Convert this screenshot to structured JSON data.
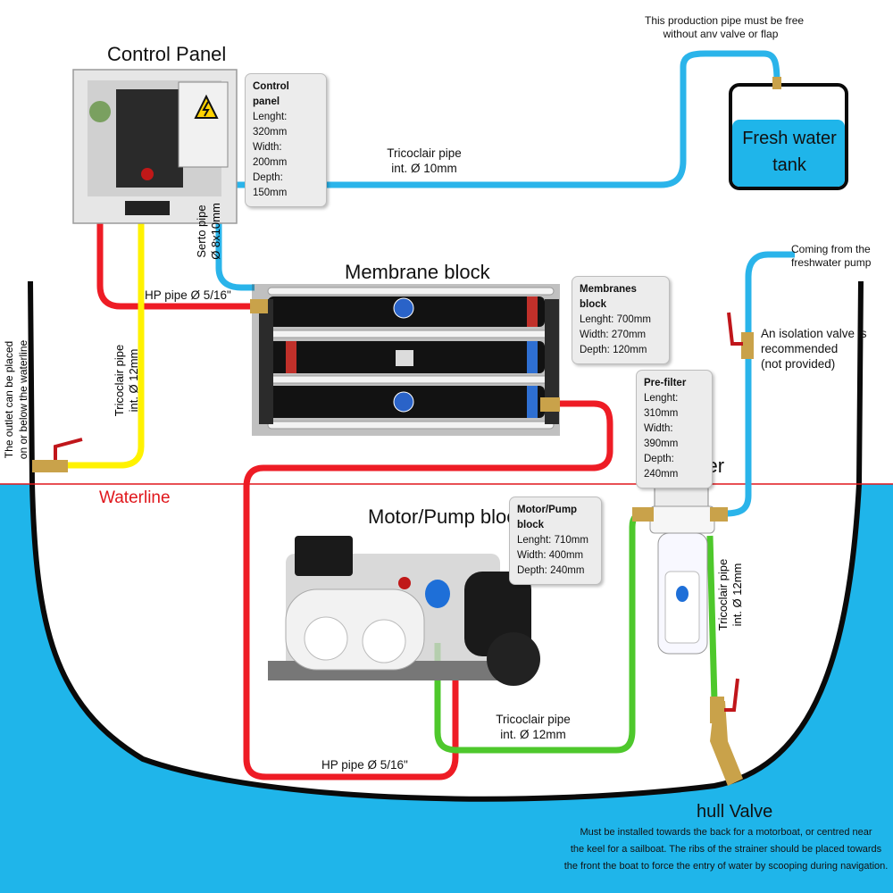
{
  "labels": {
    "control_panel_title": "Control Panel",
    "membrane_title": "Membrane block",
    "motor_title": "Motor/Pump block",
    "prefilter_title": "Pre-filter",
    "waterline": "Waterline",
    "hull_valve": "hull Valve",
    "tank_line1": "Fresh water",
    "tank_line2": "tank",
    "production_note_line1": "This production pipe must be free",
    "production_note_line2": "without anv valve or flap",
    "tricoclair_top_line1": "Tricoclair pipe",
    "tricoclair_top_line2": "int. Ø 10mm",
    "serto_line1": "Serto pipe",
    "serto_line2": "Ø 8x10mm",
    "hp_pipe_top": "HP pipe Ø 5/16\"",
    "hp_pipe_bottom": "HP pipe Ø 5/16\"",
    "tricoclair_left_line1": "Tricoclair pipe",
    "tricoclair_left_line2": "int. Ø 12mm",
    "outlet_line1": "The outlet can be placed",
    "outlet_line2": "on or below the waterline",
    "coming_line1": "Coming from the",
    "coming_line2": "freshwater pump",
    "isolation_line1": "An isolation valve is",
    "isolation_line2": "recommended",
    "isolation_line3": "(not provided)",
    "tricoclair_right_line1": "Tricoclair pipe",
    "tricoclair_right_line2": "int. Ø 12mm",
    "tricoclair_bottom_line1": "Tricoclair pipe",
    "tricoclair_bottom_line2": "int. Ø 12mm",
    "hull_note_line1": "Must be installed towards the back for a motorboat, or centred near",
    "hull_note_line2": "the keel for a sailboat. The ribs of the strainer should be placed towards",
    "hull_note_line3": "the front the boat to force the entry of water by scooping during navigation."
  },
  "specs": {
    "control_panel": {
      "title": "Control panel",
      "length": "Lenght: 320mm",
      "width": "Width: 200mm",
      "depth": "Depth: 150mm"
    },
    "membranes": {
      "title": "Membranes block",
      "length": "Lenght: 700mm",
      "width": "Width: 270mm",
      "depth": "Depth: 120mm"
    },
    "prefilter": {
      "title": "Pre-filter",
      "length": "Lenght: 310mm",
      "width": "Width: 390mm",
      "depth": "Depth: 240mm"
    },
    "motor_pump": {
      "title": "Motor/Pump block",
      "length": "Lenght: 710mm",
      "width": "Width: 400mm",
      "depth": "Depth: 240mm"
    }
  },
  "colors": {
    "water": "#1fb5ea",
    "pipe_blue": "#2ab4ea",
    "pipe_red": "#ee1c25",
    "pipe_yellow": "#fff200",
    "pipe_green": "#4ec82c",
    "hull": "#0a0a0a",
    "waterline": "#e0161b",
    "brass": "#c9a24a"
  },
  "icons": {
    "warning": "high-voltage-warning-icon",
    "valve": "ball-valve-icon"
  }
}
